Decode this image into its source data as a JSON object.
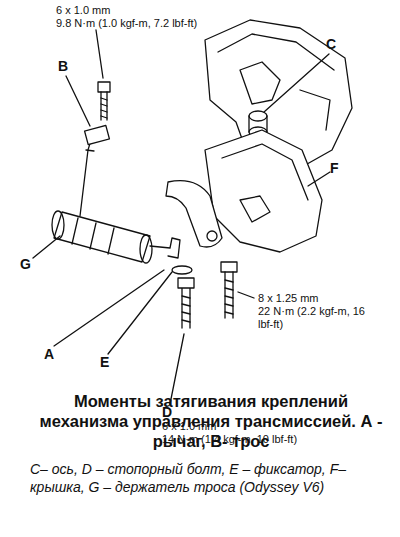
{
  "diagram": {
    "title": "Моменты затягивания креплений механизма управления трансмиссией. А - рычаг, В- трос",
    "caption": "C– ось, D – стопорный болт, E – фиксатор, F– крышка, G – держатель троса (Odyssey V6)",
    "labels": [
      "6 x 1.0 mm",
      "9.8 N·m (1.0 kgf-m, 7.2 lbf-ft)",
      "B",
      "C",
      "F",
      "G",
      "8 x 1.25 mm",
      "22 N·m (2.2 kgf-m, 16 lbf-ft)",
      "A",
      "E",
      "D",
      "6 x 1.0 mm",
      "14 N·m (1.4 kgf-m, 10 lbf-ft)"
    ]
  }
}
